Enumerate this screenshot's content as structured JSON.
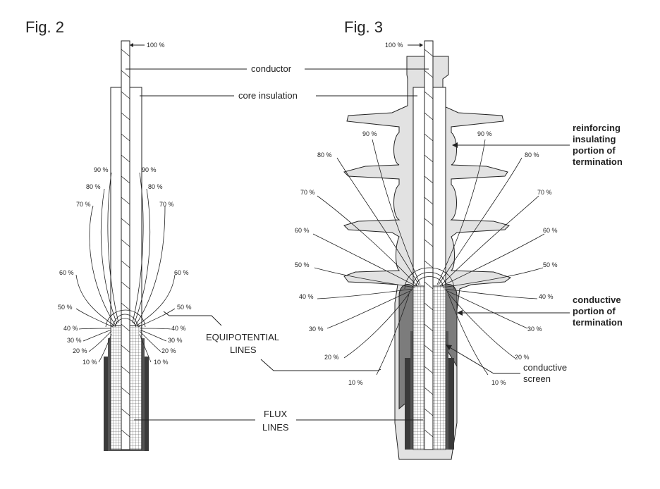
{
  "fig2": {
    "title": "Fig. 2",
    "top_pct": "100 %",
    "pct_left": [
      "90 %",
      "80 %",
      "70 %",
      "60 %",
      "50 %",
      "40 %",
      "30 %",
      "20 %",
      "10 %"
    ],
    "pct_right": [
      "90 %",
      "80 %",
      "70 %",
      "60 %",
      "50 %",
      "40 %",
      "30 %",
      "20 %",
      "10 %"
    ]
  },
  "fig3": {
    "title": "Fig. 3",
    "top_pct": "100 %",
    "pct_left": [
      "90 %",
      "80 %",
      "70 %",
      "60 %",
      "50 %",
      "40 %",
      "30 %",
      "20 %",
      "10 %"
    ],
    "pct_right": [
      "90 %",
      "80 %",
      "70 %",
      "60 %",
      "50 %",
      "40 %",
      "30 %",
      "20 %",
      "10 %"
    ]
  },
  "labels": {
    "conductor": "conductor",
    "core_insulation": "core insulation",
    "equipotential_1": "EQUIPOTENTIAL",
    "equipotential_2": "LINES",
    "flux_1": "FLUX",
    "flux_2": "LINES",
    "reinforcing": [
      "reinforcing",
      "insulating",
      "portion of",
      "termination"
    ],
    "conductive_portion": [
      "conductive",
      "portion of",
      "termination"
    ],
    "conductive_screen": [
      "conductive",
      "screen"
    ]
  },
  "colors": {
    "ink": "#222222",
    "insulation_fill": "#e2e2e2",
    "conductive_fill": "#7c7c7c",
    "screen_fill": "#3a3a3a"
  }
}
